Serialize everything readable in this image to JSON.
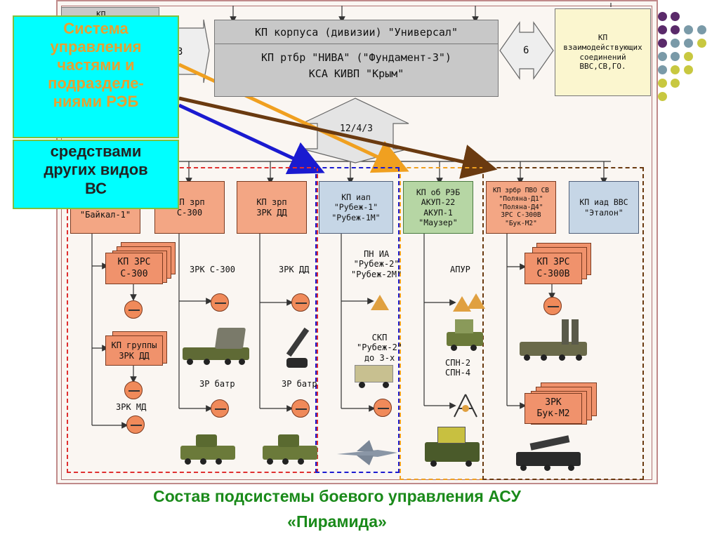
{
  "colors": {
    "purple_dot": "#5a2a6a",
    "teal_dot": "#7a9aa8",
    "olive_dot": "#c8c840",
    "caption": "#1a8a1a",
    "overlay_title": "#e8a030"
  },
  "top": {
    "left_box_partial": "КП ...",
    "arrow_left_label": "3",
    "corps_title": "КП корпуса (дивизии) \"Универсал\"",
    "corps_line2": "КП ртбр \"НИВА\" (\"Фундамент-3\")",
    "corps_line3": "КСА КИВП \"Крым\"",
    "arrow_right_label": "6",
    "interact_box": "КП\nвзаимодействующих\nсоединений\nВВС,СВ,ГО.",
    "bus_label": "12/4/3"
  },
  "overlay": {
    "title": "Система\nуправления\nчастями и\nподразделе-\nниями РЭБ",
    "subtitle": "средствами\nдругих видов\nВС"
  },
  "units": {
    "baikal": "\"Байкал-1\"",
    "s300_cmd": "КП зрп\nС-300",
    "zrk_dd_cmd": "КП зрп\nЗРК ДД",
    "rubezh_cmd": "КП иап\n\"Рубеж-1\"\n\"Рубеж-1М\"",
    "reb_cmd": "КП об РЭБ\nАКУП-22\nАКУП-1\n\"Маузер\"",
    "pvo_cmd": "КП зрбр ПВО СВ\n\"Поляна-Д1\"\n\"Поляна-Д4\"\nЗРС С-300В\n\"Бук-М2\"",
    "etalon_cmd": "КП иад ВВС\n\"Эталон\""
  },
  "sub": {
    "zrs_s300": "КП ЗРС\nС-300",
    "zrk_group": "КП группы\nЗРК ДД",
    "zrk_md": "ЗРК МД",
    "zrk_s300": "ЗРК С-300",
    "zr_batr_1": "ЗР батр",
    "zrk_dd": "ЗРК ДД",
    "zr_batr_2": "ЗР батр",
    "pn_ia": "ПН ИА\n\"Рубеж-2\"\n\"Рубеж-2М\"",
    "skp": "СКП\n\"Рубеж-2\"\nдо 3-х",
    "apur": "АПУР",
    "spn": "СПН-2\nСПН-4",
    "zrs_s300v": "КП ЗРС\nС-300В",
    "buk": "ЗРК\nБук-М2"
  },
  "caption": {
    "line1": "Состав подсистемы боевого управления АСУ",
    "line2": "«Пирамида»"
  }
}
